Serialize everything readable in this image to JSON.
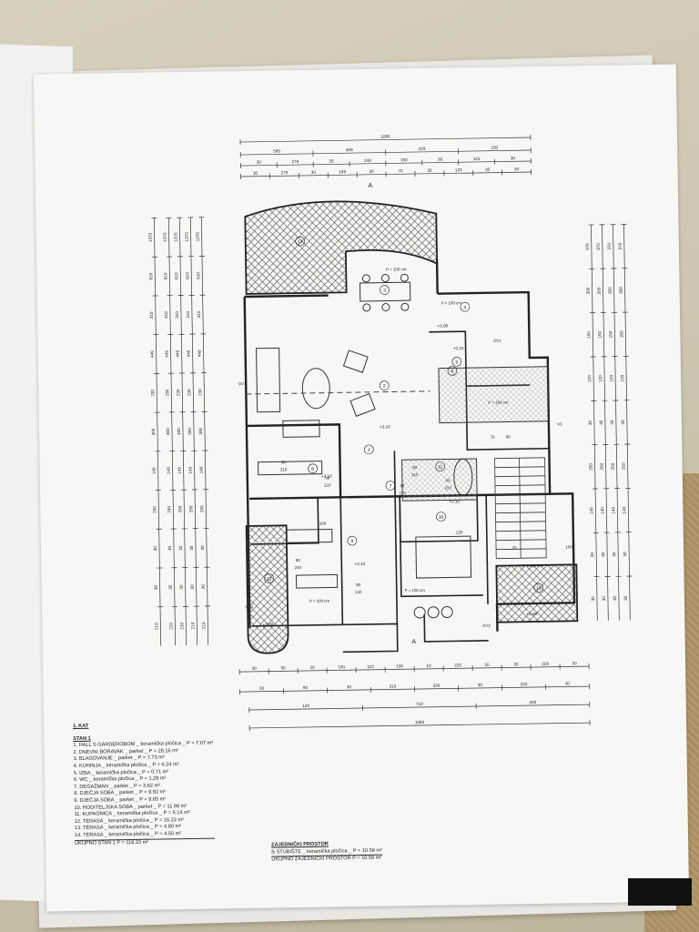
{
  "dims": {
    "top_row1": [
      "1080"
    ],
    "top_row2": [
      "505",
      "409",
      "229",
      "150"
    ],
    "top_row3": [
      "30",
      "279",
      "30",
      "249",
      "150",
      "30",
      "125",
      "30"
    ],
    "top_row4": [
      "30",
      "279",
      "30",
      "249",
      "30",
      "70",
      "30",
      "120",
      "30",
      "30"
    ],
    "bottom_row1": [
      "30",
      "90",
      "30",
      "100",
      "110",
      "100",
      "10",
      "220",
      "55",
      "30",
      "229",
      "30"
    ],
    "bottom_row2": [
      "30",
      "90",
      "30",
      "310",
      "330",
      "30",
      "220",
      "30"
    ],
    "bottom_row3": [
      "120",
      "710",
      "250"
    ],
    "bottom_row4": [
      "1080"
    ],
    "left": [
      "1370",
      "610",
      "310",
      "449",
      "230",
      "300",
      "149",
      "290",
      "30",
      "30",
      "210"
    ],
    "right": [
      "370",
      "300",
      "150",
      "120",
      "30",
      "250",
      "140",
      "30",
      "30"
    ]
  },
  "plan": {
    "room_numbers": [
      "13",
      "3",
      "4",
      "5",
      "6",
      "2",
      "1",
      "7",
      "8",
      "9",
      "10",
      "11",
      "12",
      "14"
    ],
    "notes": [
      "P = 100 cm",
      "P = 100 cm",
      "P = 100 cm",
      "P = 100 cm",
      "P = 125 cm",
      "P = 100 cm"
    ],
    "levels": [
      "+3.10",
      "+3.10",
      "+3.10",
      "+3.10",
      "+3.10",
      "+3.08",
      "+3.08",
      "+3.08"
    ],
    "ov_labels": [
      "OV1",
      "OV1",
      "OV2",
      "OV2",
      "V5"
    ],
    "section_marks": [
      "A",
      "A"
    ],
    "door_dims": [
      "90",
      "210",
      "90",
      "210",
      "80",
      "210",
      "90",
      "240",
      "90",
      "240",
      "60",
      "210",
      "80",
      "210"
    ],
    "small_dims": [
      "200",
      "220",
      "75",
      "80",
      "20",
      "150"
    ]
  },
  "legend": {
    "title": "1. KAT",
    "apartment": "STAN 1",
    "rooms": [
      "1.   HALL S GARDEROBOM _ keramička pločica _ P = 7.07 m²",
      "2.   DNEVNI BORAVAK _ parket _ P = 28.16 m²",
      "3.   BLAGOVANJE _ parket _ P = 7.73 m²",
      "4.   KUHINJA _ keramička pločica _ P = 6.24 m²",
      "5.   IZBA _ keramička pločica _ P = 0.71 m²",
      "6.   WC _ keramička pločica _ P = 1.29 m²",
      "7.   DEGAŽMAN _ parket _ P = 3.82 m²",
      "8.   DJEČJA SOBA _ parket _ P = 9.92 m²",
      "9.   DJEČJA SOBA _ parket _ P = 9.85 m²",
      "10.  RODITELJSKA SOBA _ parket _ P = 11.98 m²",
      "11.  KUPAONICA _ keramička pločica _ P = 5.14 m²",
      "12.  TERASA _ keramička pločica _ P = 16.22 m²",
      "13.  TERASA _ keramička pločica _ P = 4.80 m²",
      "14.  TERASA _ keramička pločica _ P = 4.50 m²"
    ],
    "total": "UKUPNO STAN 1                                P = 118.33 m²",
    "common_title": "ZAJEDNIČKI PROSTOR",
    "common_rooms": [
      "B  STUBIŠTE _ keramička pločica _ P = 10.58 m²"
    ],
    "common_total": "UKUPNO ZAJEDNIČKI PROSTOR          P = 10.58 m²"
  }
}
